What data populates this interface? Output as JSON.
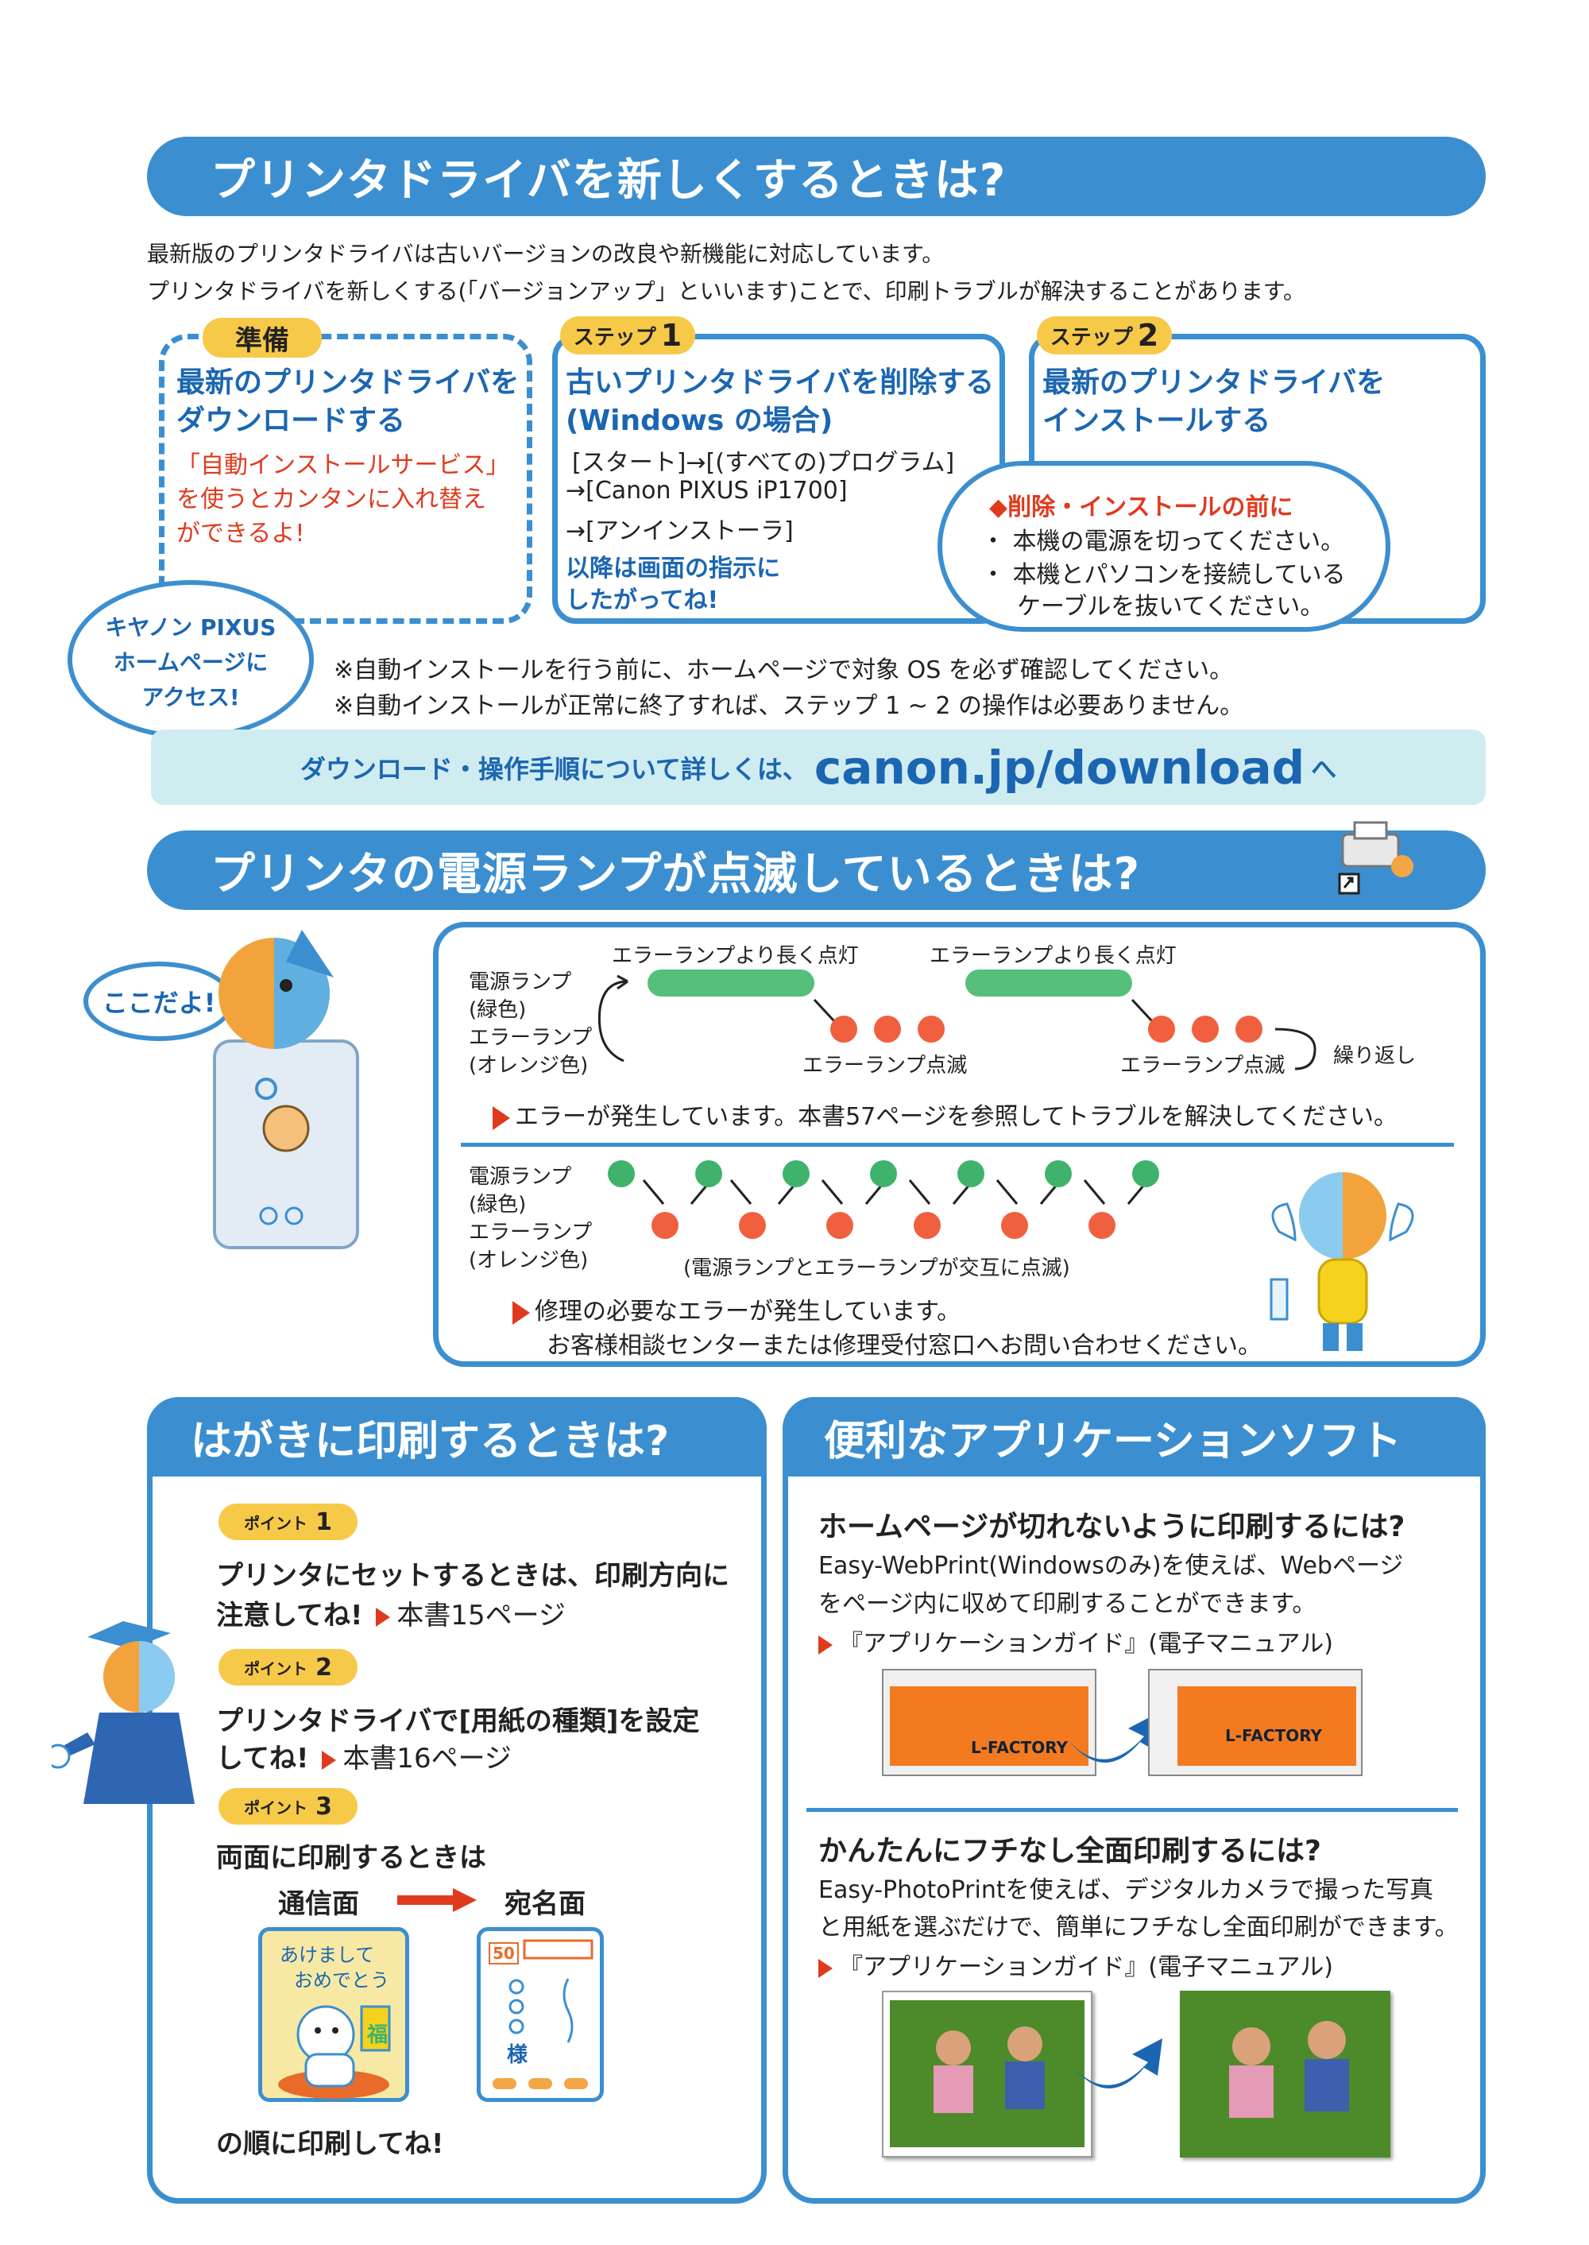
{
  "section1": {
    "title": "プリンタドライバを新しくするときは?",
    "intro1": "最新版のプリンタドライバは古いバージョンの改良や新機能に対応しています。",
    "intro2": "プリンタドライバを新しくする(「バージョンアップ」といいます)ことで、印刷トラブルが解決することがあります。",
    "prep": {
      "tag": "準備",
      "heading1": "最新のプリンタドライバを",
      "heading2": "ダウンロードする",
      "note1": "「自動インストールサービス」",
      "note2": "を使うとカンタンに入れ替え",
      "note3": "ができるよ!"
    },
    "step1": {
      "tag": "ステップ",
      "num": "1",
      "heading1": "古いプリンタドライバを削除する",
      "heading2": "(Windows の場合)",
      "path1": "[スタート]→[(すべての)プログラム]",
      "path2": "→[Canon PIXUS iP1700]",
      "path3": "→[アンインストーラ]",
      "follow1": "以降は画面の指示に",
      "follow2": "したがってね!"
    },
    "step2": {
      "tag": "ステップ",
      "num": "2",
      "heading1": "最新のプリンタドライバを",
      "heading2": "インストールする"
    },
    "before": {
      "title": "◆削除・インストールの前に",
      "item1": "・ 本機の電源を切ってください。",
      "item2": "・ 本機とパソコンを接続している",
      "item3": "ケーブルを抜いてください。"
    },
    "access": {
      "line1": "キヤノン PIXUS",
      "line2": "ホームページに",
      "line3": "アクセス!"
    },
    "note1": "※自動インストールを行う前に、ホームページで対象 OS を必ず確認してください。",
    "note2": "※自動インストールが正常に終了すれば、ステップ 1 ~ 2 の操作は必要ありません。",
    "download_lead": "ダウンロード・操作手順について詳しくは、",
    "download_url": "canon.jp/download",
    "download_tail": "へ"
  },
  "section2": {
    "title": "プリンタの電源ランプが点滅しているときは?",
    "bubble": "ここだよ!",
    "lamp_green1": "電源ランプ",
    "lamp_green2": "(緑色)",
    "lamp_orange1": "エラーランプ",
    "lamp_orange2": "(オレンジ色)",
    "long_on": "エラーランプより長く点灯",
    "blink": "エラーランプ点滅",
    "repeat": "繰り返し",
    "msg1": "エラーが発生しています。本書57ページを参照してトラブルを解決してください。",
    "alternate": "(電源ランプとエラーランプが交互に点滅)",
    "msg2a": "修理の必要なエラーが発生しています。",
    "msg2b": "お客様相談センターまたは修理受付窓口へお問い合わせください。"
  },
  "section3": {
    "title": "はがきに印刷するときは?",
    "point_label": "ポイント",
    "p1_num": "1",
    "p1_a": "プリンタにセットするときは、印刷方向に",
    "p1_b": "注意してね!",
    "p1_ref": "本書15ページ",
    "p2_num": "2",
    "p2_a": "プリンタドライバで[用紙の種類]を設定",
    "p2_b": "してね!",
    "p2_ref": "本書16ページ",
    "p3_num": "3",
    "p3_a": "両面に印刷するときは",
    "side_a": "通信面",
    "side_b": "宛名面",
    "card_text1": "あけまして",
    "card_text2": "おめでとう",
    "card_fuku": "福",
    "addr_num": "50",
    "addr_sama": "様",
    "p3_end": "の順に印刷してね!"
  },
  "section4": {
    "title": "便利なアプリケーションソフト",
    "web_heading": "ホームページが切れないように印刷するには?",
    "web_text1": "Easy-WebPrint(Windowsのみ)を使えば、Webページ",
    "web_text2": "をページ内に収めて印刷することができます。",
    "guide": "『アプリケーションガイド』(電子マニュアル)",
    "lfactory": "L-FACTORY",
    "photo_heading": "かんたんにフチなし全面印刷するには?",
    "photo_text1": "Easy-PhotoPrintを使えば、デジタルカメラで撮った写真",
    "photo_text2": "と用紙を選ぶだけで、簡単にフチなし全面印刷ができます。"
  },
  "colors": {
    "accent": "#3b8fd0",
    "heading": "#1b66b2",
    "warning": "#e03a1e",
    "tag": "#f7c948",
    "green_lamp": "#3fb36b",
    "orange_lamp": "#f0603e"
  }
}
